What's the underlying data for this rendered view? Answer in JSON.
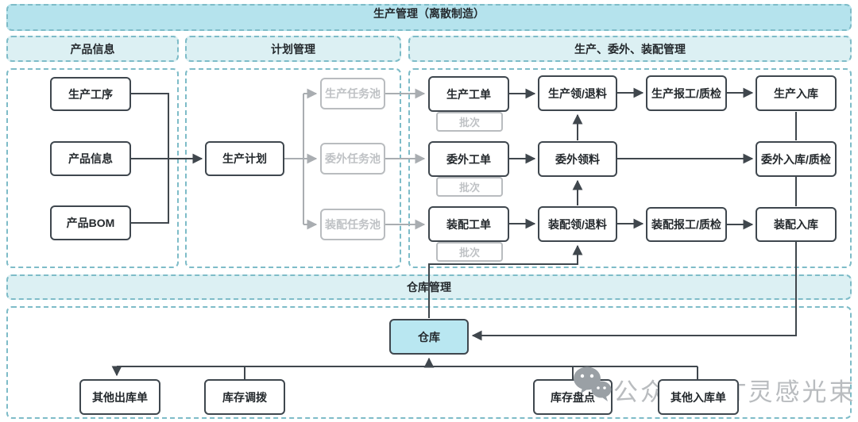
{
  "title_banner": "生产管理（离散制造）",
  "section_headers": {
    "product": "产品信息",
    "plan": "计划管理",
    "production": "生产、委外、装配管理"
  },
  "product_info": {
    "process": "生产工序",
    "info": "产品信息",
    "bom": "产品BOM"
  },
  "plan": {
    "production_plan": "生产计划",
    "pools": [
      "生产任务池",
      "委外任务池",
      "装配任务池"
    ]
  },
  "production": {
    "batch_label": "批次",
    "row1": {
      "order": "生产工单",
      "pick": "生产领/退料",
      "report": "生产报工/质检",
      "inbound": "生产入库"
    },
    "row2": {
      "order": "委外工单",
      "pick": "委外领料",
      "inbound": "委外入库/质检"
    },
    "row3": {
      "order": "装配工单",
      "pick": "装配领/退料",
      "report": "装配报工/质检",
      "inbound": "装配入库"
    }
  },
  "warehouse_banner": "仓库管理",
  "warehouse": {
    "node": "仓库",
    "other_out": "其他出库单",
    "transfer": "库存调拨",
    "stocktake": "库存盘点",
    "other_in": "其他入库单"
  },
  "watermark": "公众号：IT灵感光束",
  "colors": {
    "banner_fill": "#b5e3ed",
    "section_fill": "#dcf0f3",
    "dashed_border": "#7ebcc8",
    "node_border": "#3f474e",
    "warehouse_node_fill": "#b9e7f1",
    "inactive_gray": "#b9bcbf",
    "line_dark": "#40474d",
    "line_gray": "#a9adb1"
  }
}
